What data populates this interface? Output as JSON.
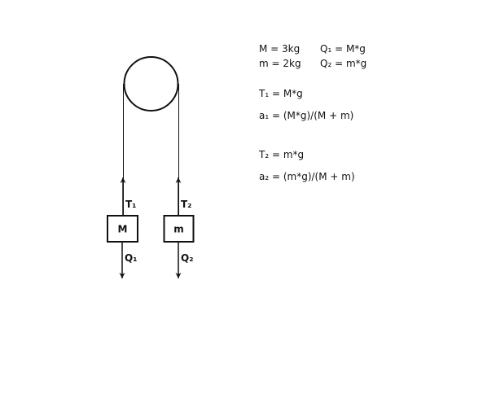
{
  "diagram": {
    "mass_M_label": "M",
    "mass_m_label": "m",
    "tension_1_label": "T₁",
    "tension_2_label": "T₂",
    "weight_1_label": "Q₁",
    "weight_2_label": "Q₂"
  },
  "equations": {
    "mass_M": "M = 3kg",
    "mass_m": "m = 2kg",
    "weight_1": "Q₁ = M*g",
    "weight_2": "Q₂ = m*g",
    "tension_1": "T₁ = M*g",
    "accel_1": "a₁ = (M*g)/(M + m)",
    "tension_2": "T₂ = m*g",
    "accel_2": "a₂ = (m*g)/(M + m)"
  }
}
